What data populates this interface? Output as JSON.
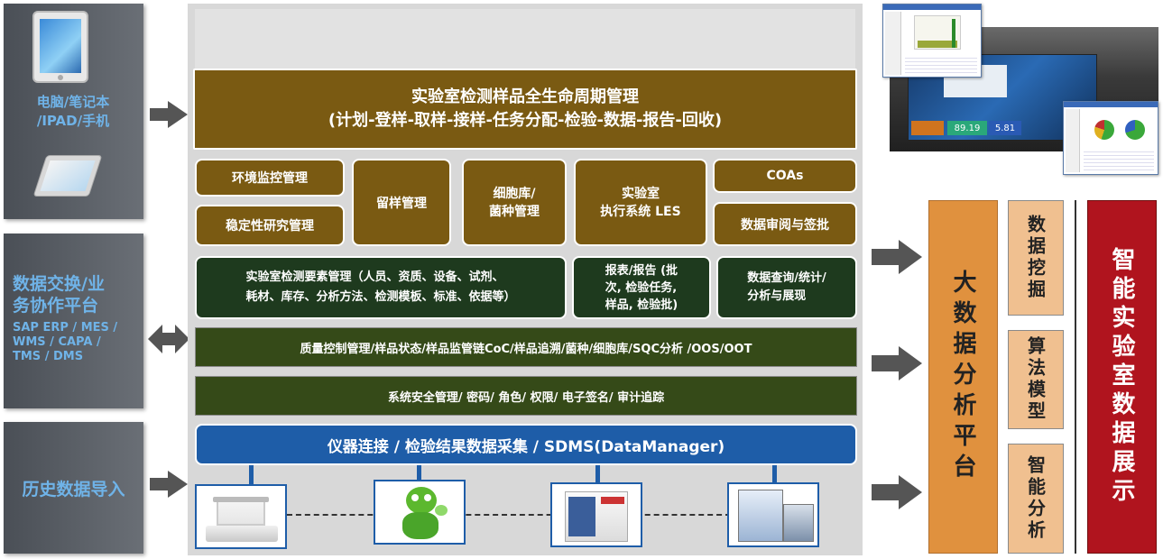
{
  "left_panels": {
    "devices_label": "电脑/笔记本\n/IPAD/手机",
    "exchange_title": "数据交换/业\n务协作平台",
    "exchange_systems": "SAP ERP / MES /\nWMS / CAPA /\nTMS / DMS",
    "history_label": "历史数据导入"
  },
  "center": {
    "lifecycle_line1": "实验室检测样品全生命周期管理",
    "lifecycle_line2": "(计划-登样-取样-接样-任务分配-检验-数据-报告-回收)",
    "env_monitor": "环境监控管理",
    "stability": "稳定性研究管理",
    "retained_sample": "留样管理",
    "cell_bank": "细胞库/\n菌种管理",
    "les": "实验室\n执行系统 LES",
    "coas": "COAs",
    "data_review": "数据审阅与签批",
    "elements": "实验室检测要素管理（人员、资质、设备、试剂、\n耗材、库存、分析方法、检测模板、标准、依据等）",
    "reports": "报表/报告 (批\n次, 检验任务,\n样品, 检验批)",
    "data_query": "数据查询/统计/\n分析与展现",
    "quality": "质量控制管理/样品状态/样品监管链CoC/样品追溯/菌种/细胞库/SQC分析 /OOS/OOT",
    "security": "系统安全管理/ 密码/ 角色/ 权限/ 电子签名/ 审计追踪",
    "sdms": "仪器连接 / 检验结果数据采集 / SDMS(DataManager)"
  },
  "right": {
    "big_data": "大数据分析平台",
    "data_mining": "数据挖掘",
    "algorithm": "算法模型",
    "smart_analysis": "智能分析",
    "smart_lab": "智能实验室数据展示"
  },
  "dashboard_values": {
    "value_1": "89.19",
    "value_2": "5.81"
  }
}
